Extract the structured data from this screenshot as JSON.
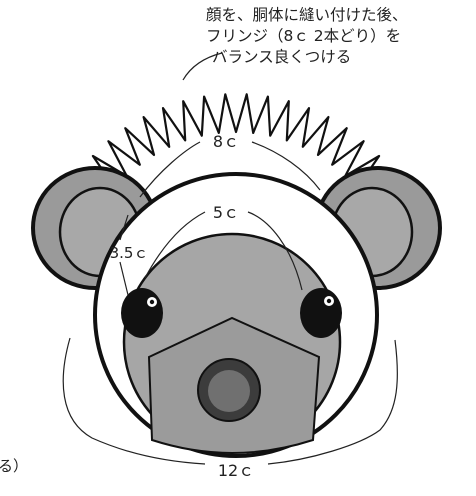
{
  "instruction_lines": [
    "顔を、胴体に縫い付けた後、",
    "フリンジ（8ｃ 2本どり）を",
    "バランス良くつける"
  ],
  "partial_text": "る）",
  "measurements": {
    "top_width": "8ｃ",
    "inner_width": "5ｃ",
    "side": "3.5ｃ",
    "bottom_width": "12ｃ"
  },
  "colors": {
    "outline": "#111111",
    "ear_outer": "#9a9a9a",
    "ear_inner": "#a8a8a8",
    "face": "#ffffff",
    "muzzle_gray": "#a6a6a6",
    "snout_gray": "#9b9b9b",
    "nose_outer": "#3c3c3c",
    "nose_inner": "#707070",
    "eye": "#111111"
  }
}
